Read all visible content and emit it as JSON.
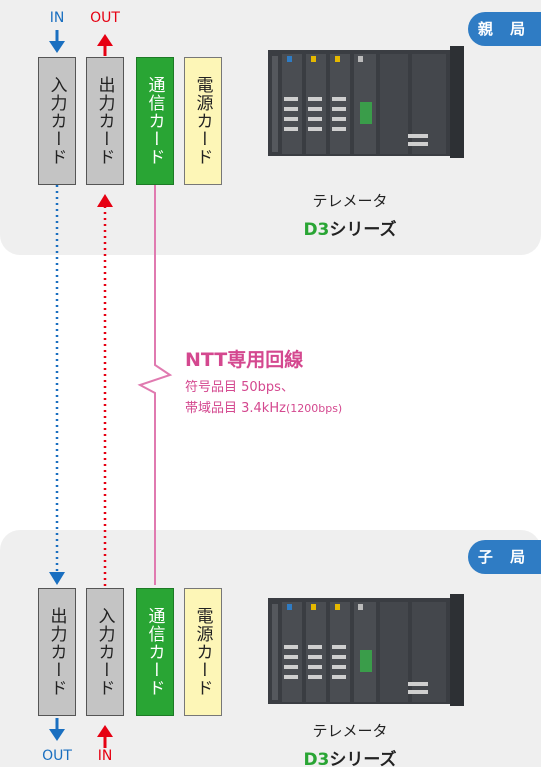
{
  "stations": {
    "parent": {
      "badge": "親 局",
      "io_labels": [
        "IN",
        "OUT"
      ],
      "cards": [
        "入力カード",
        "出力カード",
        "通信カード",
        "電源カード"
      ],
      "device_name": "テレメータ",
      "series_accent": "D3",
      "series_rest": "シリーズ"
    },
    "child": {
      "badge": "子 局",
      "io_labels": [
        "OUT",
        "IN"
      ],
      "cards": [
        "出力カード",
        "入力カード",
        "通信カード",
        "電源カード"
      ],
      "device_name": "テレメータ",
      "series_accent": "D3",
      "series_rest": "シリーズ"
    }
  },
  "line": {
    "title": "NTT専用回線",
    "spec1": "符号品目 50bps、",
    "spec2": "帯域品目 3.4kHz",
    "spec2_small": "(1200bps)"
  },
  "colors": {
    "badge": "#2f7cc4",
    "blue_signal": "#1a6fc0",
    "red_signal": "#e60012",
    "comm_card": "#29a534",
    "power_card": "#fdf6b7",
    "line": "#e07ab0",
    "line_text": "#d4488f"
  }
}
